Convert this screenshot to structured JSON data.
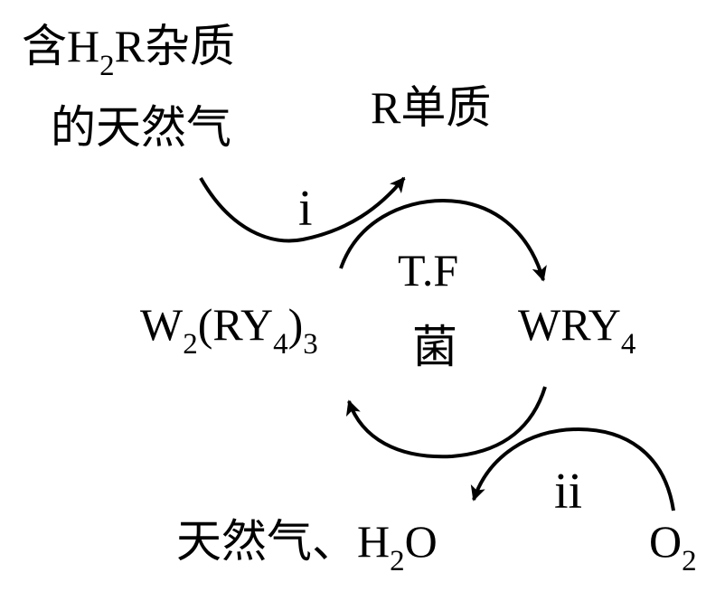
{
  "source": {
    "line1_pre": "含H",
    "line1_sub": "2",
    "line1_post": "R杂质",
    "line2": "的天然气"
  },
  "product_r": "R单质",
  "step_i": "i",
  "step_ii": "ii",
  "bacteria": {
    "line1": "T.F",
    "line2": "菌"
  },
  "left_compound": {
    "w": "W",
    "w_sub": "2",
    "mid": "(RY",
    "y_sub": "4",
    "close": ")",
    "outer_sub": "3"
  },
  "right_compound": {
    "main": "WRY",
    "sub": "4"
  },
  "output": {
    "pre": "天然气、H",
    "sub": "2",
    "post": "O"
  },
  "oxygen": {
    "main": "O",
    "sub": "2"
  },
  "colors": {
    "ink": "#000000",
    "background": "#ffffff"
  }
}
